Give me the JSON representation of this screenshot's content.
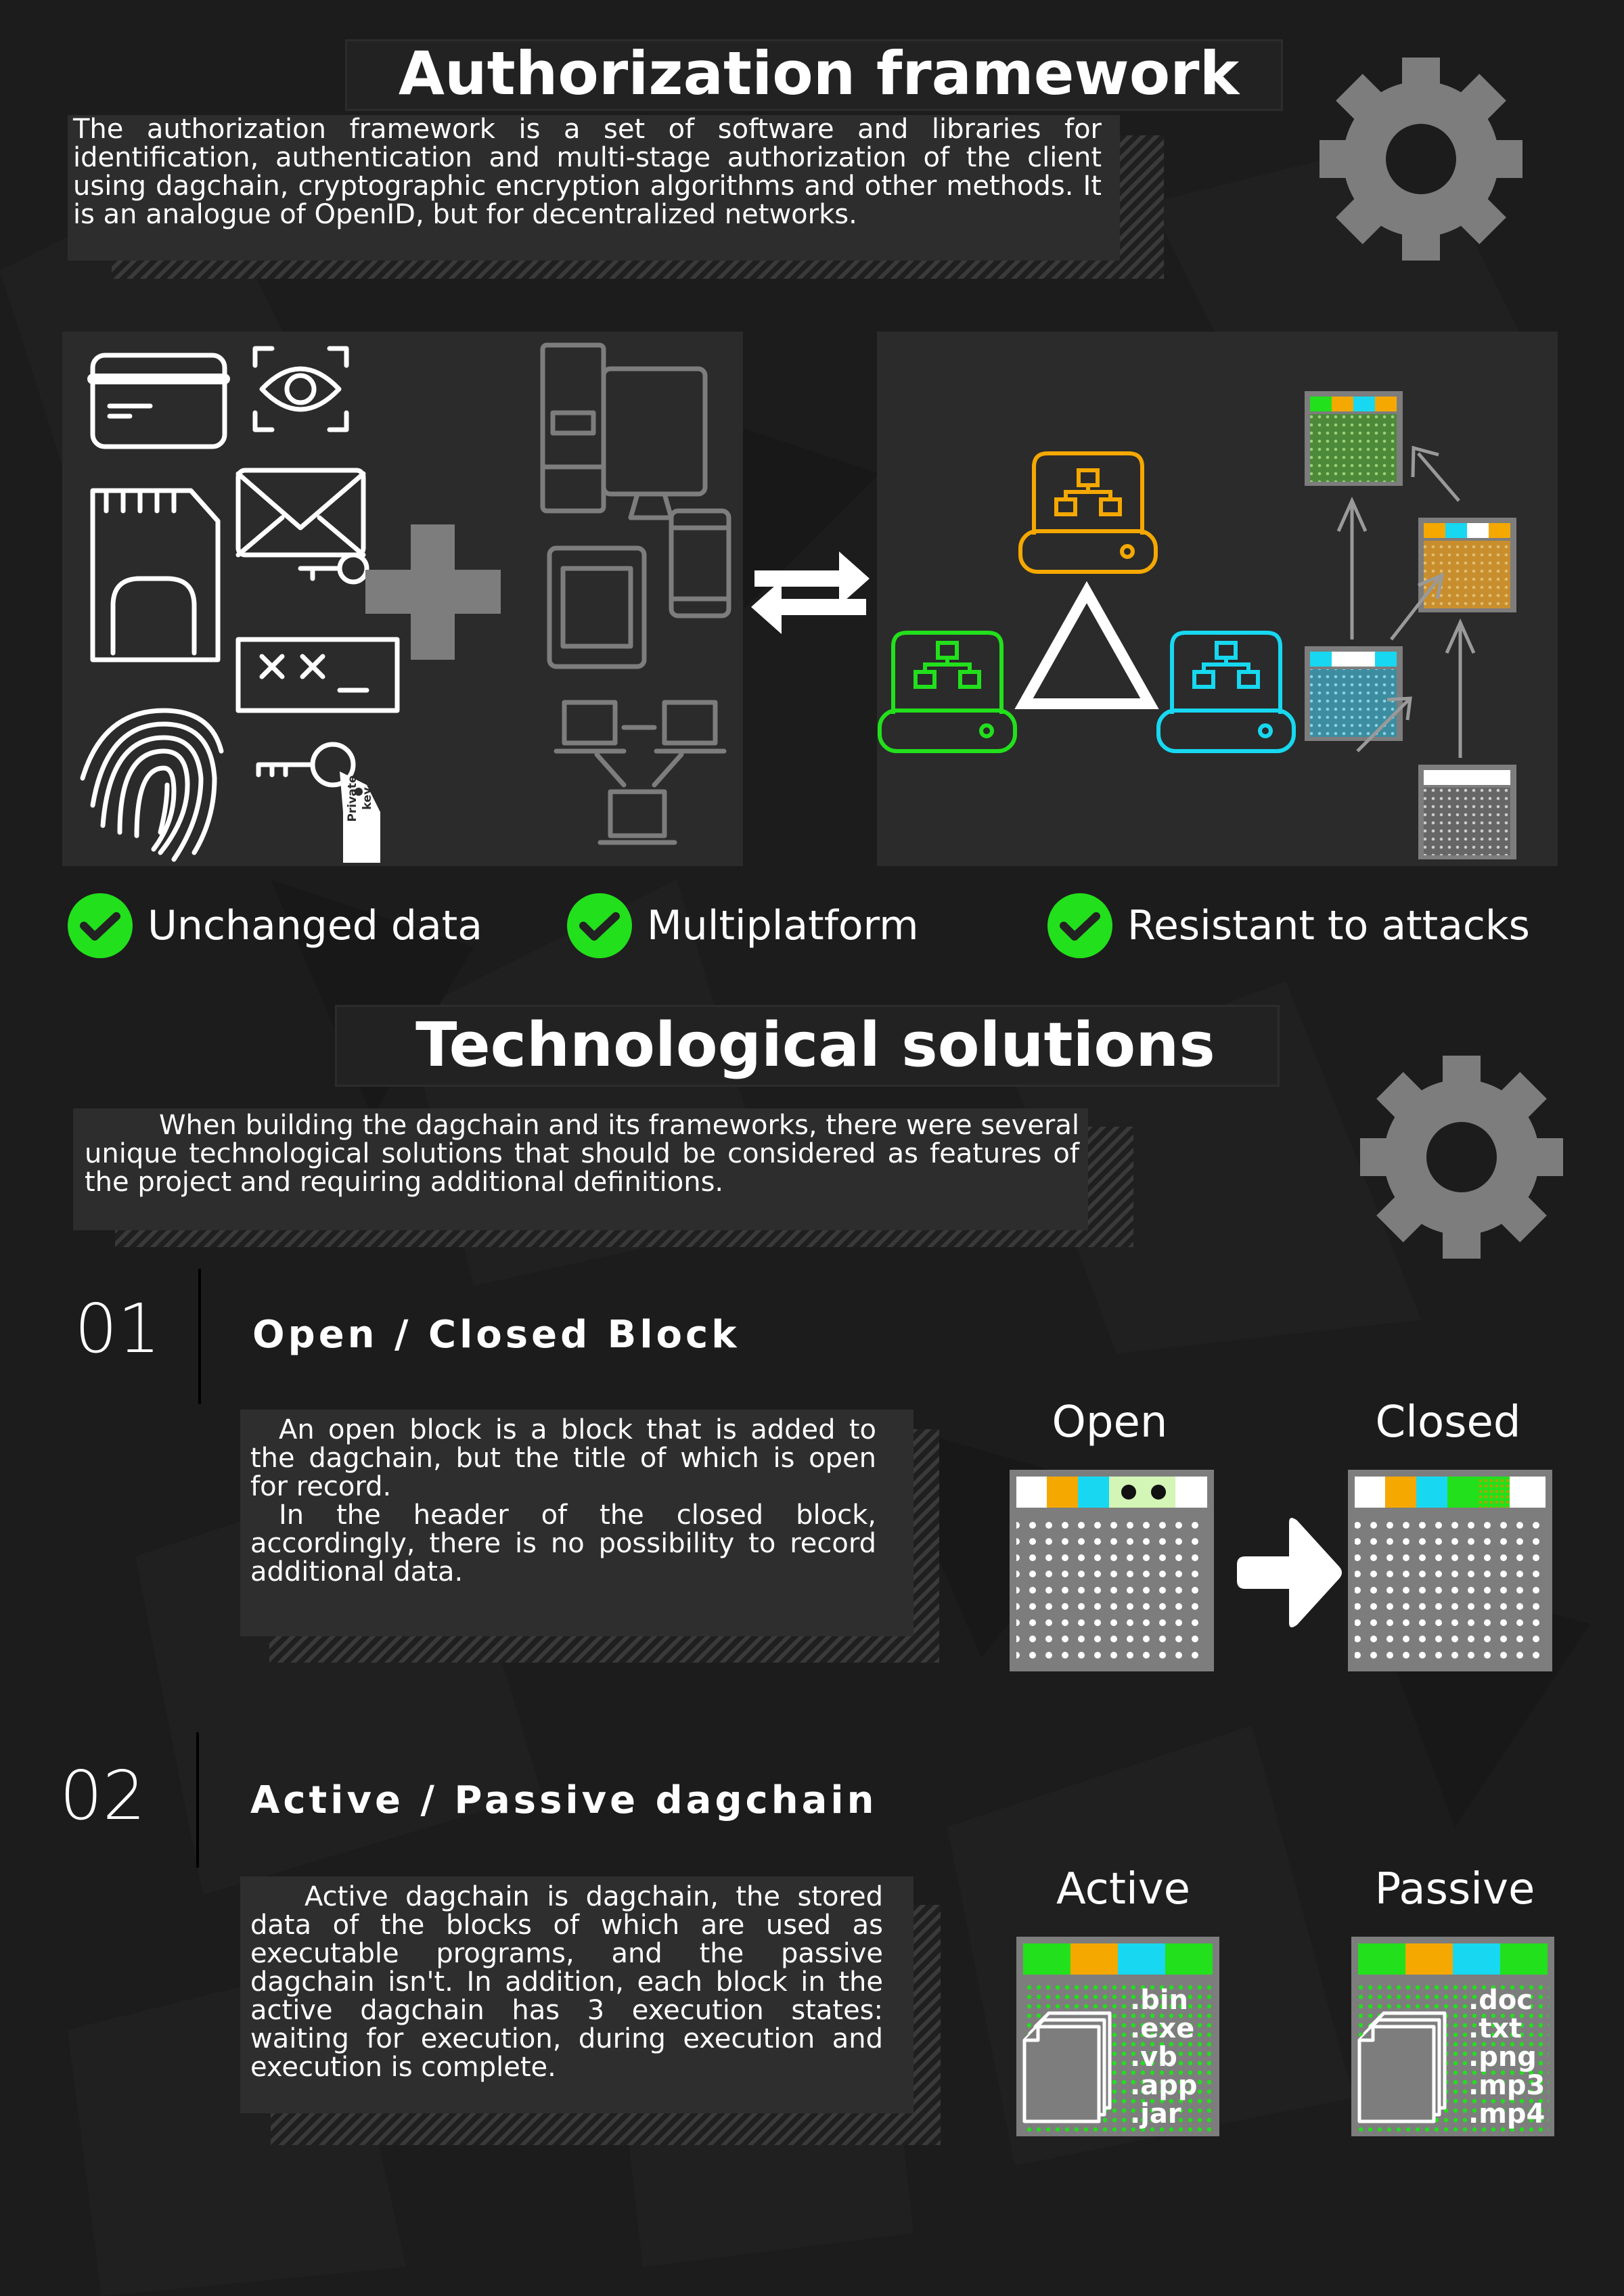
{
  "section1": {
    "title": "Authorization framework",
    "description": "The authorization framework is a set of software and libraries for identification, authentication and multi-stage authorization of the client using dagchain, cryptographic encryption algorithms and other methods. It is an analogue of OpenID, but for decentralized networks.",
    "private_key_tag": "Private key",
    "features": [
      "Unchanged data",
      "Multiplatform",
      "Resistant to attacks"
    ]
  },
  "section2": {
    "title": "Technological solutions",
    "description": "When building the dagchain and its frameworks, there were several unique technological solutions that should be considered as features of the project and requiring additional definitions."
  },
  "item1": {
    "number": "01",
    "heading": "Open / Closed Block",
    "para1": "An open block is a block that is added to the dagchain, but the title of which is open for record.",
    "para2": "In the header of the closed block, accordingly, there is no possibility to record additional data.",
    "label_left": "Open",
    "label_right": "Closed"
  },
  "item2": {
    "number": "02",
    "heading": "Active / Passive dagchain",
    "para": "Active dagchain is dagchain, the stored data of the blocks of which are used as executable programs, and the passive dagchain isn't. In addition, each block in the active dagchain has 3 execution states: waiting for execution, during execution and execution is complete.",
    "label_left": "Active",
    "label_right": "Passive",
    "active_ext": [
      ".bin",
      ".exe",
      ".vb",
      ".app",
      ".jar"
    ],
    "passive_ext": [
      ".doc",
      ".txt",
      ".png",
      ".mp3",
      ".mp4"
    ]
  },
  "colors": {
    "green": "#22e01c",
    "orange": "#f5a800",
    "cyan": "#17d8f0",
    "gray": "#7d7d7d"
  }
}
